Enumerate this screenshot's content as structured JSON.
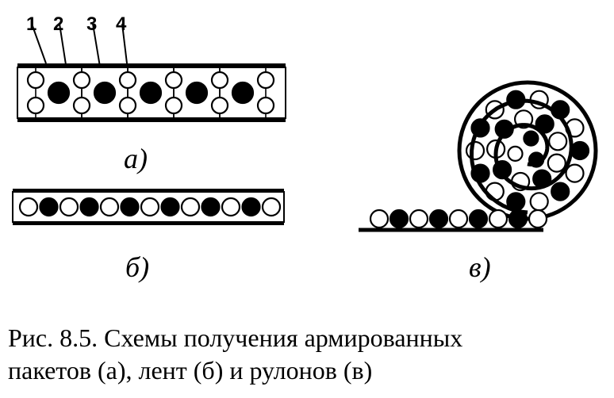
{
  "labels": {
    "callouts": [
      "1",
      "2",
      "3",
      "4"
    ],
    "sub_a": "а)",
    "sub_b": "б)",
    "sub_v": "в)"
  },
  "caption": {
    "line1": "Рис. 8.5. Схемы получения армированных",
    "line2": "пакетов (а), лент (б) и рулонов (в)"
  },
  "colors": {
    "ink": "#000000",
    "paper": "#ffffff"
  }
}
